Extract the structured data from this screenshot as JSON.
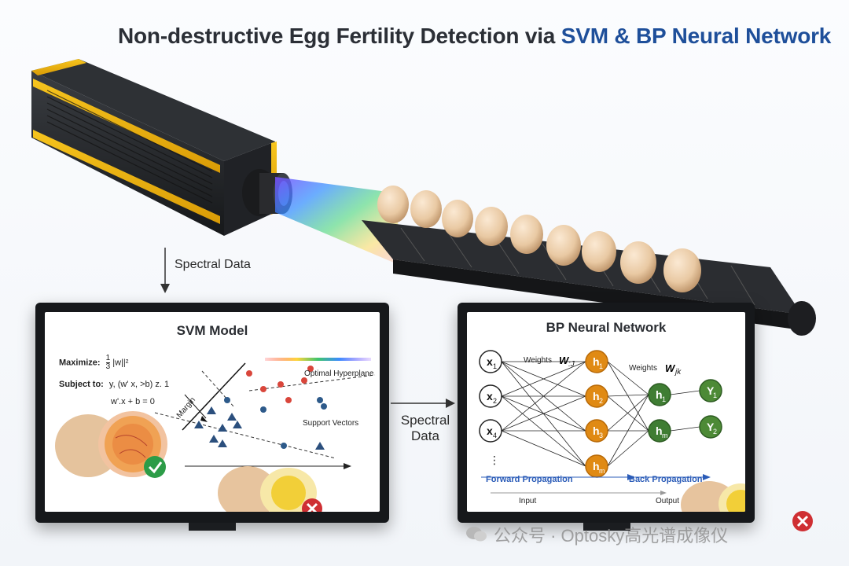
{
  "title": {
    "part1": "Non-destructive Egg Fertility Detection via ",
    "part2": "SVM & BP Neural Network"
  },
  "labels": {
    "spectral_top": "Spectral Data",
    "spectral_mid_line1": "Spectral",
    "spectral_mid_line2": "Data"
  },
  "svm": {
    "title": "SVM Model",
    "maximize_label": "Maximize:",
    "maximize_expr_num": "1",
    "maximize_expr_den": "3",
    "maximize_expr_rest": "|w||²",
    "subject_label": "Subject to:",
    "subject_expr": "y, (w' x, >b) z. 1",
    "hyperplane_expr": "w'.x + b = 0",
    "margin_label": "Margin",
    "optimal_label": "Optimal Hyperplane",
    "support_label": "Support Vectors",
    "colors": {
      "circle_red": "#d9463b",
      "circle_blue": "#2d5a8a",
      "triangle": "#2b4f7d"
    }
  },
  "bp": {
    "title": "BP Neural Network",
    "inputs": [
      "x",
      "x",
      "x",
      "⋮"
    ],
    "input_subs": [
      "1",
      "2",
      "4",
      ""
    ],
    "hidden1": [
      "h",
      "h",
      "h",
      "h"
    ],
    "hidden1_subs": [
      "1",
      "2",
      "3",
      "m"
    ],
    "hidden2": [
      "h",
      "h"
    ],
    "hidden2_subs": [
      "1",
      "m"
    ],
    "outputs": [
      "Y",
      "Y"
    ],
    "output_subs": [
      "1",
      "2"
    ],
    "weights1": "Weights",
    "weights1_sym": "W",
    "weights1_sub": ":J",
    "weights2": "Weights",
    "weights2_sym": "W",
    "weights2_sub": "jk",
    "forward": "Forward Propagation",
    "back": "Back Propagation",
    "input_label": "Input",
    "output_label": "Output",
    "colors": {
      "hidden": "#e08a14",
      "hidden2": "#3f7d33",
      "output": "#4d8a36"
    }
  },
  "watermark": "公众号 · Optosky高光谱成像仪"
}
